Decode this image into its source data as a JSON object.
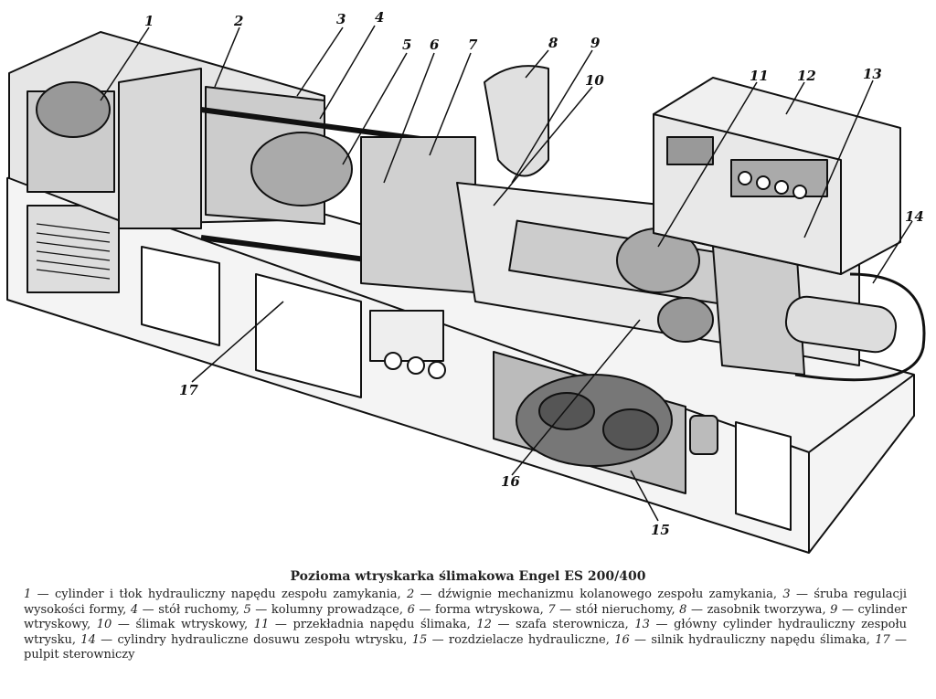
{
  "figure": {
    "callouts": [
      "1",
      "2",
      "3",
      "4",
      "5",
      "6",
      "7",
      "8",
      "9",
      "10",
      "11",
      "12",
      "13",
      "14",
      "15",
      "16",
      "17"
    ]
  },
  "caption": {
    "title": "Pozioma wtryskarka ślimakowa Engel ES 200/400",
    "items": [
      {
        "num": "1",
        "text": "cylinder i tłok hydrauliczny napędu zespołu zamykania"
      },
      {
        "num": "2",
        "text": "dźwignie mechanizmu kolanowego zespołu zamykania"
      },
      {
        "num": "3",
        "text": "śruba regulacji wysokości formy"
      },
      {
        "num": "4",
        "text": "stół ruchomy"
      },
      {
        "num": "5",
        "text": "kolumny prowadzące"
      },
      {
        "num": "6",
        "text": "forma wtryskowa"
      },
      {
        "num": "7",
        "text": "stół nieruchomy"
      },
      {
        "num": "8",
        "text": "zasobnik tworzywa"
      },
      {
        "num": "9",
        "text": "cylinder wtryskowy"
      },
      {
        "num": "10",
        "text": "ślimak wtryskowy"
      },
      {
        "num": "11",
        "text": "przekładnia napędu ślimaka"
      },
      {
        "num": "12",
        "text": "szafa sterownicza"
      },
      {
        "num": "13",
        "text": "główny cylinder hydrauliczny zespołu wtrysku"
      },
      {
        "num": "14",
        "text": "cylindry hydrauliczne dosuwu zespołu wtrysku"
      },
      {
        "num": "15",
        "text": "rozdzielacze hydrauliczne"
      },
      {
        "num": "16",
        "text": "silnik hydrauliczny napędu ślimaka"
      },
      {
        "num": "17",
        "text": "pulpit sterowniczy"
      }
    ]
  }
}
